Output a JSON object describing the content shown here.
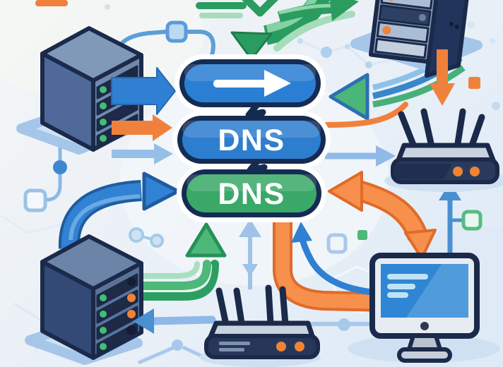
{
  "pills": [
    {
      "name": "forward-pill",
      "label": "",
      "icon": "arrow-right-icon",
      "fill": "#2a7fd4"
    },
    {
      "name": "dns-pill-blue",
      "label": "DNS",
      "fill": "#2e7ecf"
    },
    {
      "name": "dns-pill-green",
      "label": "DNS",
      "fill": "#3aa968"
    }
  ],
  "devices": [
    {
      "icon": "server-rack-icon",
      "position": "top-left",
      "led_color": "#3fc072"
    },
    {
      "icon": "server-rack-icon",
      "position": "top-right",
      "led_color": "#ef8435"
    },
    {
      "icon": "wireless-router-icon",
      "position": "middle-right",
      "led_color": "#ef8435"
    },
    {
      "icon": "server-rack-icon",
      "position": "bottom-left",
      "led_color": "#3fc072"
    },
    {
      "icon": "wireless-router-icon",
      "position": "bottom-center",
      "led_color": "#ef8435"
    },
    {
      "icon": "desktop-monitor-icon",
      "position": "bottom-right"
    }
  ],
  "arrows": [
    {
      "icon": "green-curved-arrow-icon",
      "direction": "down",
      "color": "#2b9c60"
    },
    {
      "icon": "blue-arrow-icon",
      "direction": "right",
      "color": "#2f80d2"
    },
    {
      "icon": "orange-arrow-icon",
      "direction": "right",
      "color": "#f0813c"
    },
    {
      "icon": "lightblue-arrow-icon",
      "direction": "right",
      "color": "#96bfe8"
    },
    {
      "icon": "blue-curved-arrow-icon",
      "direction": "right",
      "color": "#3181d4"
    },
    {
      "icon": "green-left-arrow-icon",
      "direction": "left",
      "color": "#4cb579"
    },
    {
      "icon": "orange-down-arrow-icon",
      "direction": "down",
      "color": "#f0813c"
    },
    {
      "icon": "orange-double-arrow-icon",
      "direction": "left-down",
      "color": "#f6904c"
    },
    {
      "icon": "green-up-arrow-icon",
      "direction": "up",
      "color": "#4cb87a"
    },
    {
      "icon": "lightblue-up-arrow-icon",
      "direction": "up",
      "color": "#9fc3e8"
    },
    {
      "icon": "blue-up-arrow-icon",
      "direction": "up",
      "color": "#2f80d2"
    },
    {
      "icon": "blue-left-arrow-icon",
      "direction": "left",
      "color": "#4a8fd0"
    }
  ],
  "palette": {
    "navy": "#1b2a4a",
    "blue": "#2f80d2",
    "light_blue": "#a9c9ec",
    "green": "#2d9e62",
    "light_green": "#a5dcb9",
    "orange": "#f0813c",
    "platform": "#cfe2f5",
    "background": "#e9eff6",
    "white": "#ffffff"
  }
}
